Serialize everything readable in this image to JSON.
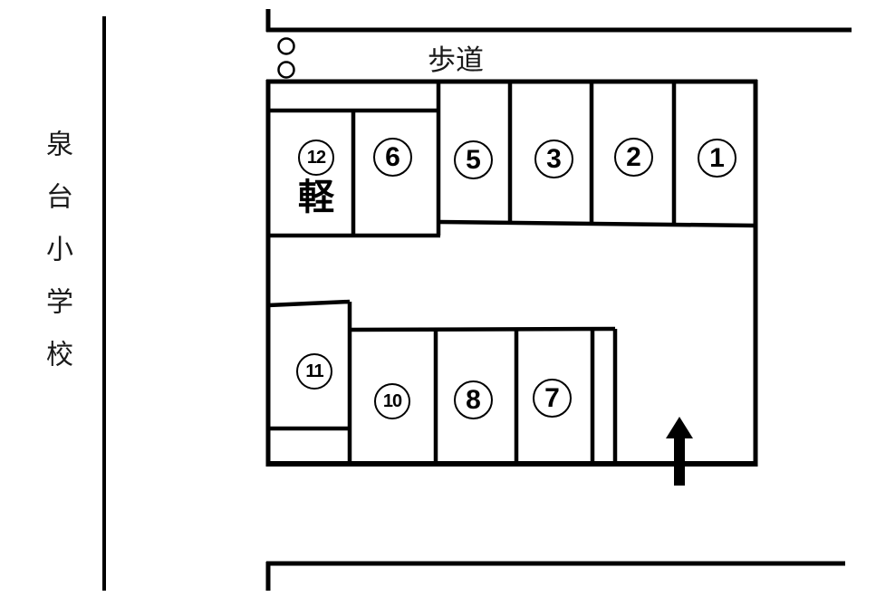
{
  "labels": {
    "school_name": "泉台小学校",
    "sidewalk": "歩道",
    "kei": "軽"
  },
  "lot": {
    "row_top": [
      {
        "number": "12",
        "sub_label": "軽"
      },
      {
        "number": "6"
      },
      {
        "number": "5"
      },
      {
        "number": "3"
      },
      {
        "number": "2"
      },
      {
        "number": "1"
      }
    ],
    "row_bottom": [
      {
        "number": "11"
      },
      {
        "number": "10"
      },
      {
        "number": "8"
      },
      {
        "number": "7"
      }
    ],
    "entrance": "arrow-up"
  },
  "colors": {
    "line": "#000000",
    "text": "#1a1a1a",
    "background": "#ffffff"
  }
}
